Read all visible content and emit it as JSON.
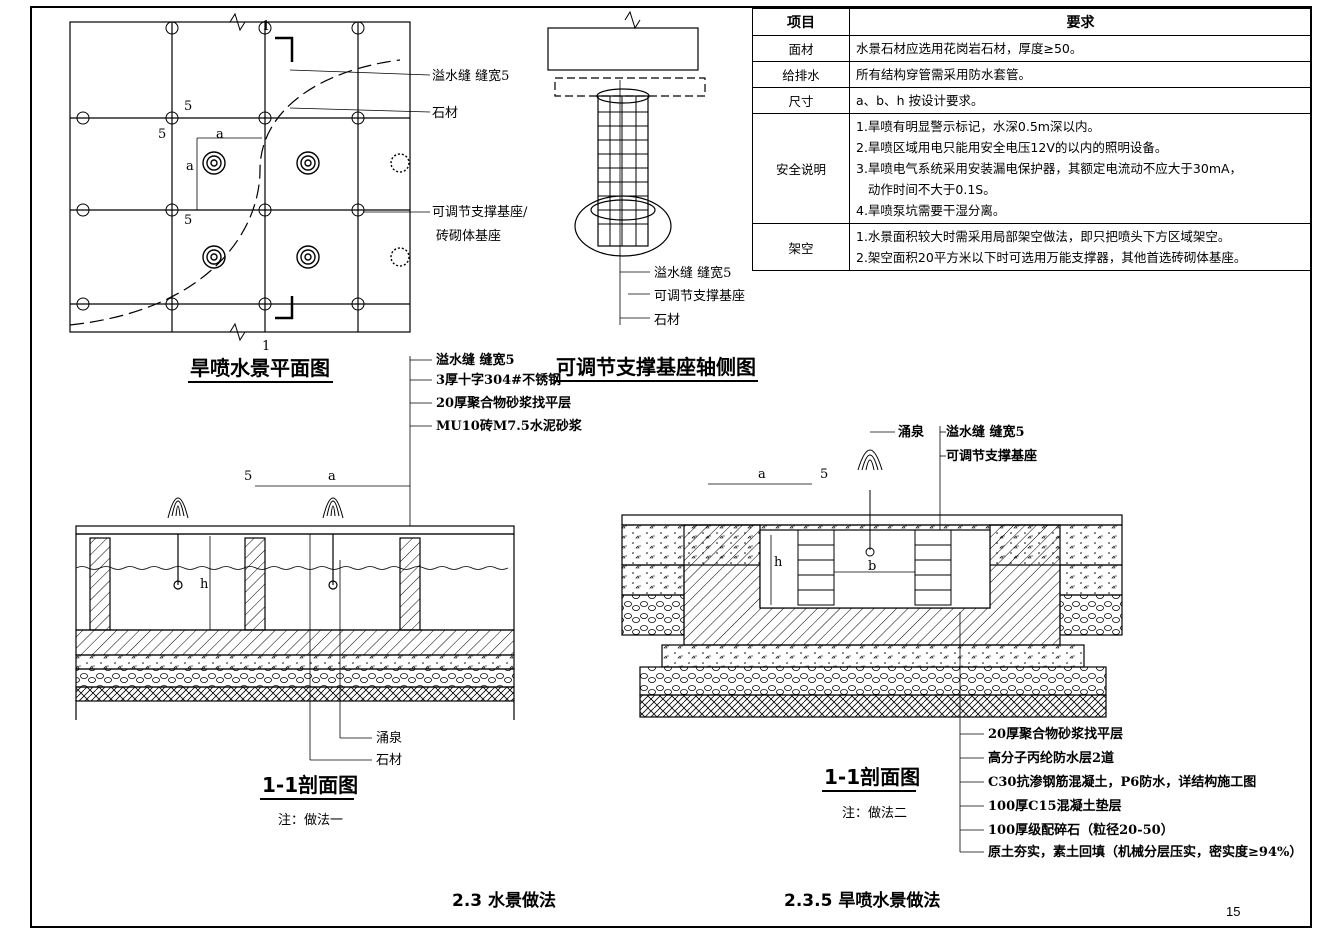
{
  "plan": {
    "title": "旱喷水景平面图",
    "labels": {
      "overflow": "溢水缝 缝宽5",
      "stone": "石材",
      "base1": "可调节支撑基座/",
      "base2": "砖砌体基座",
      "dim_a": "a",
      "dim_5a": "5",
      "dim_5b": "5",
      "dim_5c": "5",
      "dim_a_v": "a",
      "section_top": "1",
      "section_bottom": "1"
    }
  },
  "axo": {
    "title": "可调节支撑基座轴侧图",
    "labels": {
      "overflow": "溢水缝 缝宽5",
      "base": "可调节支撑基座",
      "stone": "石材"
    }
  },
  "spec_table": {
    "header": {
      "item": "项目",
      "req": "要求"
    },
    "rows": [
      {
        "item": "面材",
        "lines": [
          "水景石材应选用花岗岩石材，厚度≥50。"
        ]
      },
      {
        "item": "给排水",
        "lines": [
          "所有结构穿管需采用防水套管。"
        ]
      },
      {
        "item": "尺寸",
        "lines": [
          "a、b、h 按设计要求。"
        ]
      },
      {
        "item": "安全说明",
        "lines": [
          "1.旱喷有明显警示标记，水深0.5m深以内。",
          "2.旱喷区域用电只能用安全电压12V的以内的照明设备。",
          "3.旱喷电气系统采用安装漏电保护器，其额定电流动不应大于30mA，",
          "   动作时间不大于0.1S。",
          "4.旱喷泵坑需要干湿分离。"
        ]
      },
      {
        "item": "架空",
        "lines": [
          "1.水景面积较大时需采用局部架空做法，即只把喷头下方区域架空。",
          "2.架空面积20平方米以下时可选用万能支撑器，其他首选砖砌体基座。"
        ]
      }
    ]
  },
  "section1": {
    "title": "1-1剖面图",
    "note": "注：做法一",
    "layers": [
      "溢水缝 缝宽5",
      "3厚十字304#不锈钢",
      "20厚聚合物砂浆找平层",
      "MU10砖M7.5水泥砂浆"
    ],
    "labels": {
      "fountain": "涌泉",
      "stone": "石材",
      "dim_5": "5",
      "dim_a": "a",
      "dim_h": "h"
    }
  },
  "section2": {
    "title": "1-1剖面图",
    "note": "注：做法二",
    "top_labels": {
      "fountain": "涌泉",
      "overflow": "溢水缝 缝宽5",
      "base": "可调节支撑基座"
    },
    "layers": [
      "20厚聚合物砂浆找平层",
      "高分子丙纶防水层2道",
      "C30抗渗钢筋混凝土，P6防水，详结构施工图",
      "100厚C15混凝土垫层",
      "100厚级配碎石（粒径20-50）",
      "原土夯实，素土回填（机械分层压实，密实度≥94%）"
    ],
    "labels": {
      "dim_a": "a",
      "dim_5": "5",
      "dim_b": "b",
      "dim_h": "h"
    }
  },
  "bottom": {
    "left_title": "2.3 水景做法",
    "right_title": "2.3.5 旱喷水景做法",
    "page": "15"
  }
}
